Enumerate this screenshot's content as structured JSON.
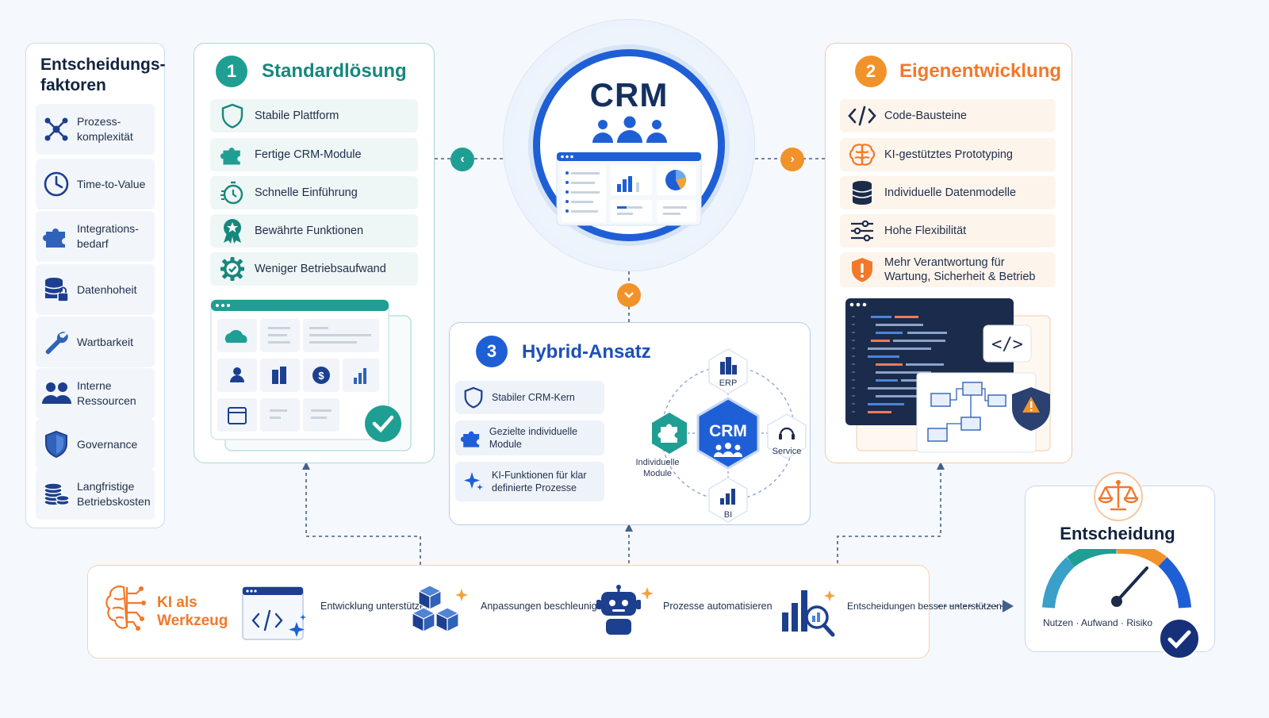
{
  "factors": {
    "title": "Entscheidungs-\nfaktoren",
    "items": [
      {
        "label": "Prozess-\nkomplexität",
        "icon": "network-icon"
      },
      {
        "label": "Time-to-Value",
        "icon": "clock-icon"
      },
      {
        "label": "Integrations-\nbedarf",
        "icon": "puzzle-icon"
      },
      {
        "label": "Datenhoheit",
        "icon": "database-lock-icon"
      },
      {
        "label": "Wartbarkeit",
        "icon": "wrench-icon"
      },
      {
        "label": "Interne\nRessourcen",
        "icon": "people-icon"
      },
      {
        "label": "Governance",
        "icon": "shield-icon"
      },
      {
        "label": "Langfristige\nBetriebskosten",
        "icon": "coins-icon"
      }
    ]
  },
  "standard": {
    "number": "1",
    "title": "Standardlösung",
    "features": [
      {
        "label": "Stabile Plattform",
        "icon": "shield-icon"
      },
      {
        "label": "Fertige CRM-Module",
        "icon": "puzzle-icon"
      },
      {
        "label": "Schnelle Einführung",
        "icon": "stopwatch-icon"
      },
      {
        "label": "Bewährte Funktionen",
        "icon": "award-icon"
      },
      {
        "label": "Weniger Betriebsaufwand",
        "icon": "gear-check-icon"
      }
    ]
  },
  "center": {
    "title": "CRM"
  },
  "custom": {
    "number": "2",
    "title": "Eigenentwicklung",
    "features": [
      {
        "label": "Code-Bausteine",
        "icon": "code-icon"
      },
      {
        "label": "KI-gestütztes Prototyping",
        "icon": "brain-icon"
      },
      {
        "label": "Individuelle Datenmodelle",
        "icon": "database-icon"
      },
      {
        "label": "Hohe Flexibilität",
        "icon": "sliders-icon"
      },
      {
        "label": "Mehr Verantwortung für\nWartung, Sicherheit & Betrieb",
        "icon": "warning-shield-icon"
      }
    ],
    "code_tag": "</>"
  },
  "hybrid": {
    "number": "3",
    "title": "Hybrid-Ansatz",
    "features": [
      {
        "label": "Stabiler CRM-Kern",
        "icon": "shield-icon"
      },
      {
        "label": "Gezielte individuelle Module",
        "icon": "puzzle-icon"
      },
      {
        "label": "KI-Funktionen für klar\ndefinierte Prozesse",
        "icon": "sparkle-icon"
      }
    ],
    "core_label": "CRM",
    "nodes": {
      "erp": "ERP",
      "service": "Service",
      "bi": "BI",
      "modules": "Individuelle\nModule"
    }
  },
  "ai": {
    "title": "KI als\nWerkzeug",
    "steps": [
      {
        "label": "Entwicklung\nunterstützen",
        "icon": "code-window-icon"
      },
      {
        "label": "Anpassungen\nbeschleunigen",
        "icon": "cubes-icon"
      },
      {
        "label": "Prozesse\nautomatisieren",
        "icon": "robot-icon"
      },
      {
        "label": "Entscheidungen\nbesser unterstützen",
        "icon": "chart-search-icon"
      }
    ]
  },
  "decision": {
    "title": "Entscheidung",
    "subtitle": "Nutzen · Aufwand · Risiko"
  },
  "colors": {
    "teal": "#1f9e93",
    "orange": "#f2782a",
    "blue": "#1f5fd6",
    "navy": "#1c3f8f"
  }
}
